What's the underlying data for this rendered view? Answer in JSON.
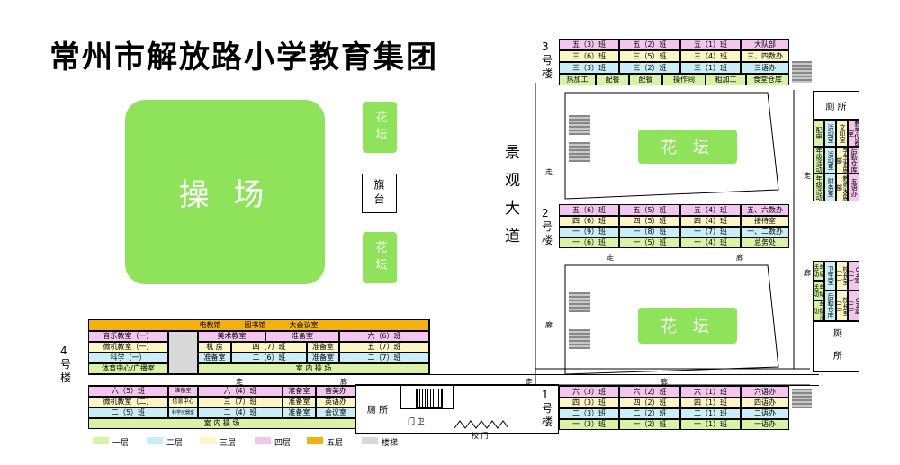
{
  "title": "常州市解放路小学教育集团",
  "playground": "操 场",
  "flower_bed": "花 坛",
  "flower_bed_small": "花坛",
  "flag_platform": "旗台",
  "avenue": "景观大道",
  "building3": {
    "label": "3号楼",
    "rows": [
      [
        "五（3）班",
        "五（2）班",
        "五（1）班",
        "大队部"
      ],
      [
        "三（6）班",
        "三（5）班",
        "三（4）班",
        "三、四数办"
      ],
      [
        "三（3）班",
        "三（2）班",
        "三（1）班",
        "三语办"
      ],
      [
        "热加工",
        "配餐",
        "配餐",
        "操作间",
        "粗加工",
        "食堂仓库"
      ]
    ]
  },
  "building2": {
    "label": "2号楼",
    "rows": [
      [
        "五（6）班",
        "五（5）班",
        "五（4）班",
        "五、六数办"
      ],
      [
        "四（6）班",
        "四（5）班",
        "四（4）班",
        "接待室"
      ],
      [
        "一（9）班",
        "一（8）班",
        "一（7）班",
        "一、二数办"
      ],
      [
        "一（6）班",
        "一（5）班",
        "一（4）班",
        "总务处"
      ]
    ]
  },
  "building1": {
    "label": "1号楼",
    "rows": [
      [
        "六（3）班",
        "六（2）班",
        "六（1）班",
        "六语办"
      ],
      [
        "四（3）班",
        "四（2）班",
        "四（1）班",
        "四语办"
      ],
      [
        "二（3）班",
        "二（2）班",
        "二（1）班",
        "二语办"
      ],
      [
        "一（3）班",
        "一（2）班",
        "一（1）班",
        "一语办"
      ]
    ]
  },
  "building4": {
    "label": "4号楼",
    "top_header": [
      "电教馆",
      "图书馆",
      "大会议室"
    ],
    "upper": [
      [
        "音乐教室（一）",
        "美术教室",
        "准备室",
        "六（6）班"
      ],
      [
        "微机教室（一）",
        "机 房",
        "四（7）班",
        "准备室",
        "五（7）班"
      ],
      [
        "科学（一）",
        "准备室",
        "二（6）班",
        "准备室",
        "二（7）班"
      ],
      [
        "体育中心/广播室",
        "室 内 操 场"
      ]
    ],
    "lower": [
      [
        "六（5）班",
        "准备室",
        "六（4）班",
        "准备室",
        "音美办"
      ],
      [
        "微机教室（二）",
        "信息中心",
        "三（7）班",
        "准备室",
        "英语办"
      ],
      [
        "二（5）班",
        "科学仪器室",
        "二（4）班",
        "准备室",
        "会议室"
      ],
      [
        "室 内 操 场"
      ]
    ]
  },
  "east": {
    "toilet_top": "厕 所",
    "toilet_bottom": "厕 所",
    "col_top": [
      [
        "配电",
        "年级活动",
        "年级活动"
      ],
      [
        "活动室",
        "活动室",
        "财务室"
      ],
      [
        "文印室",
        "学生发展部",
        "教师发展部"
      ],
      [
        "教学仪器室",
        "后勤仓库",
        "五语办"
      ]
    ],
    "col_mid": [
      [
        "年级活动",
        "年级活动",
        "年级活动"
      ],
      [
        "卫生室",
        "后勤仓库"
      ],
      [
        "校长室（一）",
        "校长室（二）"
      ],
      [
        "OM室（一）",
        "OM室（二）"
      ]
    ]
  },
  "corridor": "走",
  "corridor2": "廊",
  "toilet_south": "厕 所",
  "guard": "门 卫",
  "gate": "校 门",
  "legend": [
    "一层",
    "二层",
    "三层",
    "四层",
    "五层",
    "楼梯"
  ],
  "colors": {
    "f1": "#d8f3a6",
    "f2": "#c9eef5",
    "f3": "#fbf6c3",
    "f4": "#f3c5ef",
    "f5": "#f3b10f",
    "stairs": "#d9d9d9",
    "green": "#8ee35a"
  }
}
